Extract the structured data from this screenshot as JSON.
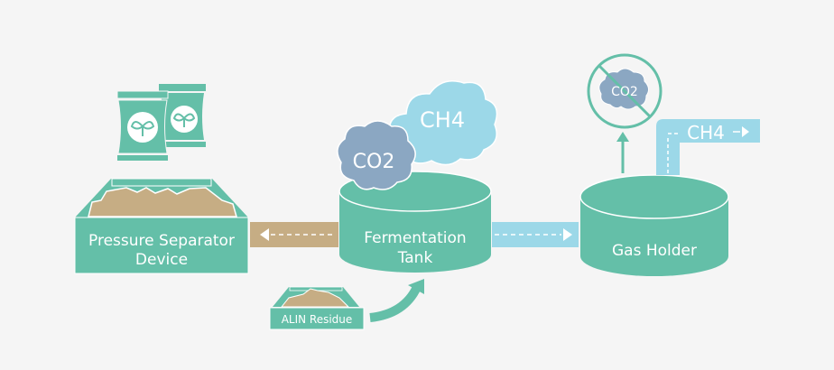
{
  "colors": {
    "background": "#f5f5f5",
    "teal": "#64bfa8",
    "sand": "#c6ad84",
    "sky": "#9cd8e8",
    "slate": "#8ba7c2",
    "white": "#ffffff"
  },
  "nodes": {
    "separator": {
      "label_line1": "Pressure Separator",
      "label_line2": "Device",
      "icon": "fertilizer-bags-icon"
    },
    "fermentation": {
      "label_line1": "Fermentation",
      "label_line2": "Tank"
    },
    "gas_holder": {
      "label": "Gas Holder"
    },
    "residue": {
      "label": "ALIN Residue"
    }
  },
  "gases": {
    "co2": "CO2",
    "ch4": "CH4",
    "co2_blocked": "CO2",
    "ch4_output": "CH4"
  }
}
